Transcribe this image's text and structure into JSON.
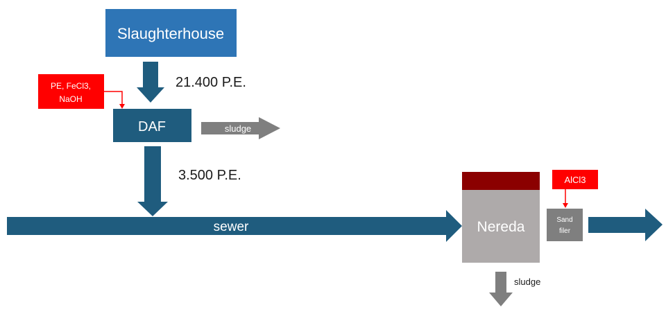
{
  "nodes": {
    "slaughterhouse": "Slaughterhouse",
    "daf": "DAF",
    "nereda": "Nereda",
    "sand_filter": [
      "Sand",
      "filer"
    ]
  },
  "chemicals": {
    "daf_dosing": [
      "PE, FeCl3,",
      "NaOH"
    ],
    "filter_dosing": "AlCl3"
  },
  "flows": {
    "slaughterhouse_to_daf": "21.400 P.E.",
    "daf_to_sewer": "3.500 P.E.",
    "sewer": "sewer",
    "daf_sludge": "sludge",
    "nereda_sludge": "sludge"
  },
  "colors": {
    "node_blue": "#2e75b6",
    "flow_blue": "#1f5c7e",
    "sludge_grey": "#7f7f7f",
    "nereda_grey": "#aeaaaa",
    "nereda_top": "#8b0000",
    "chemical_red": "#ff0000"
  }
}
